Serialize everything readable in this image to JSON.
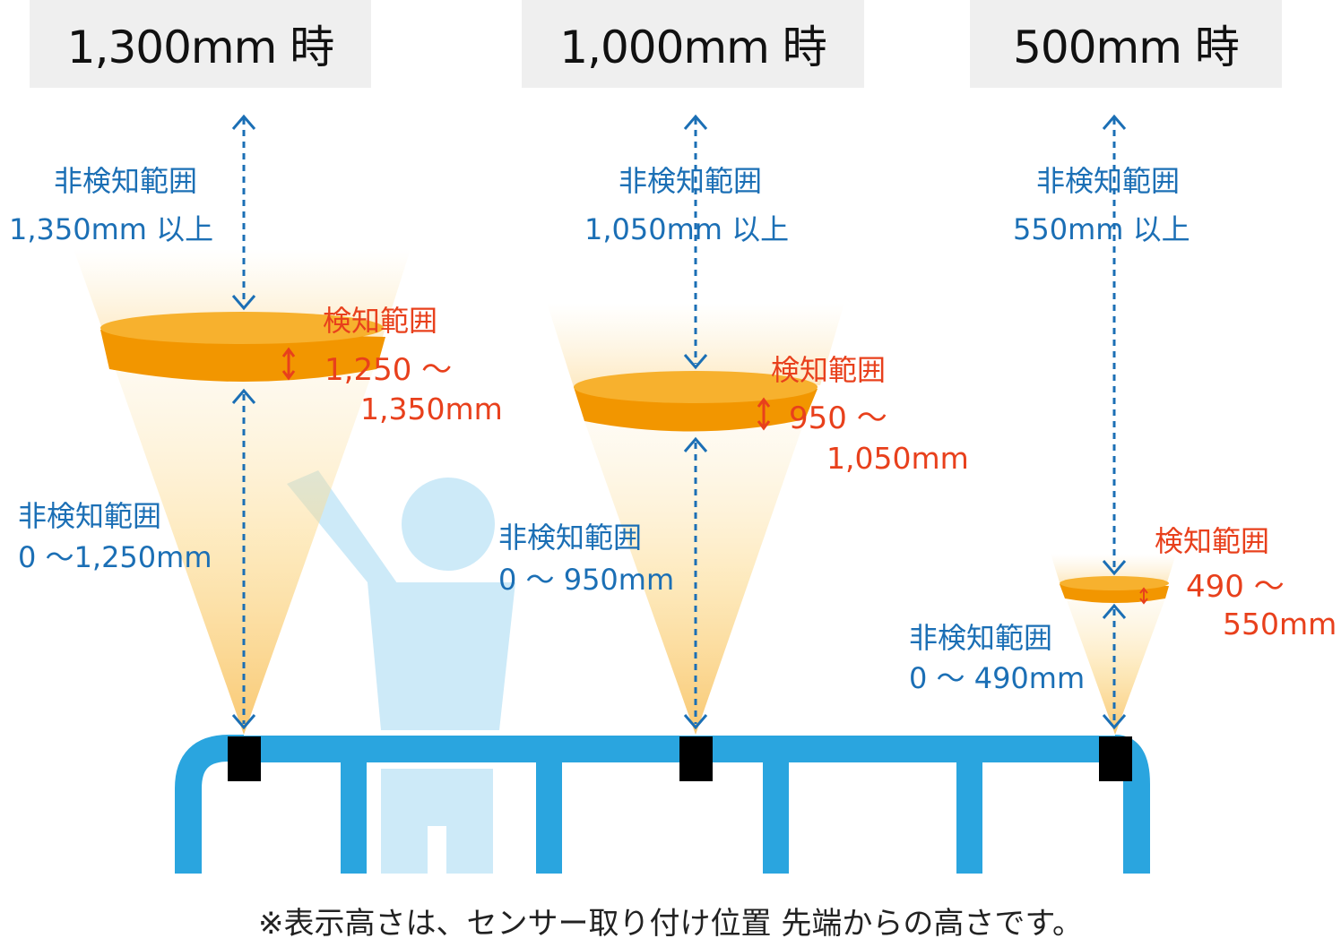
{
  "panels": [
    {
      "title": "1,300mm 時",
      "upper_label": "非検知範囲",
      "upper_range": "1,350mm 以上",
      "detect_label": "検知範囲",
      "detect_range_line1": "1,250 ～",
      "detect_range_line2": "1,350mm",
      "lower_label": "非検知範囲",
      "lower_range": "0 ～1,250mm"
    },
    {
      "title": "1,000mm 時",
      "upper_label": "非検知範囲",
      "upper_range": "1,050mm 以上",
      "detect_label": "検知範囲",
      "detect_range_line1": "950 ～",
      "detect_range_line2": "1,050mm",
      "lower_label": "非検知範囲",
      "lower_range": "0 ～ 950mm"
    },
    {
      "title": "500mm 時",
      "upper_label": "非検知範囲",
      "upper_range": "550mm 以上",
      "detect_label": "検知範囲",
      "detect_range_line1": "490 ～",
      "detect_range_line2": "550mm",
      "lower_label": "非検知範囲",
      "lower_range": "0 ～ 490mm"
    }
  ],
  "footnote": "※表示高さは、センサー取り付け位置 先端からの高さです。",
  "colors": {
    "label_blue": "#1b6fb5",
    "label_red": "#e8401c",
    "rail_blue": "#2aa5df",
    "person": "#cdeaf8",
    "disc_orange": "#f29600",
    "cone_yellow": "#fbd98e",
    "sensor": "#000000"
  }
}
